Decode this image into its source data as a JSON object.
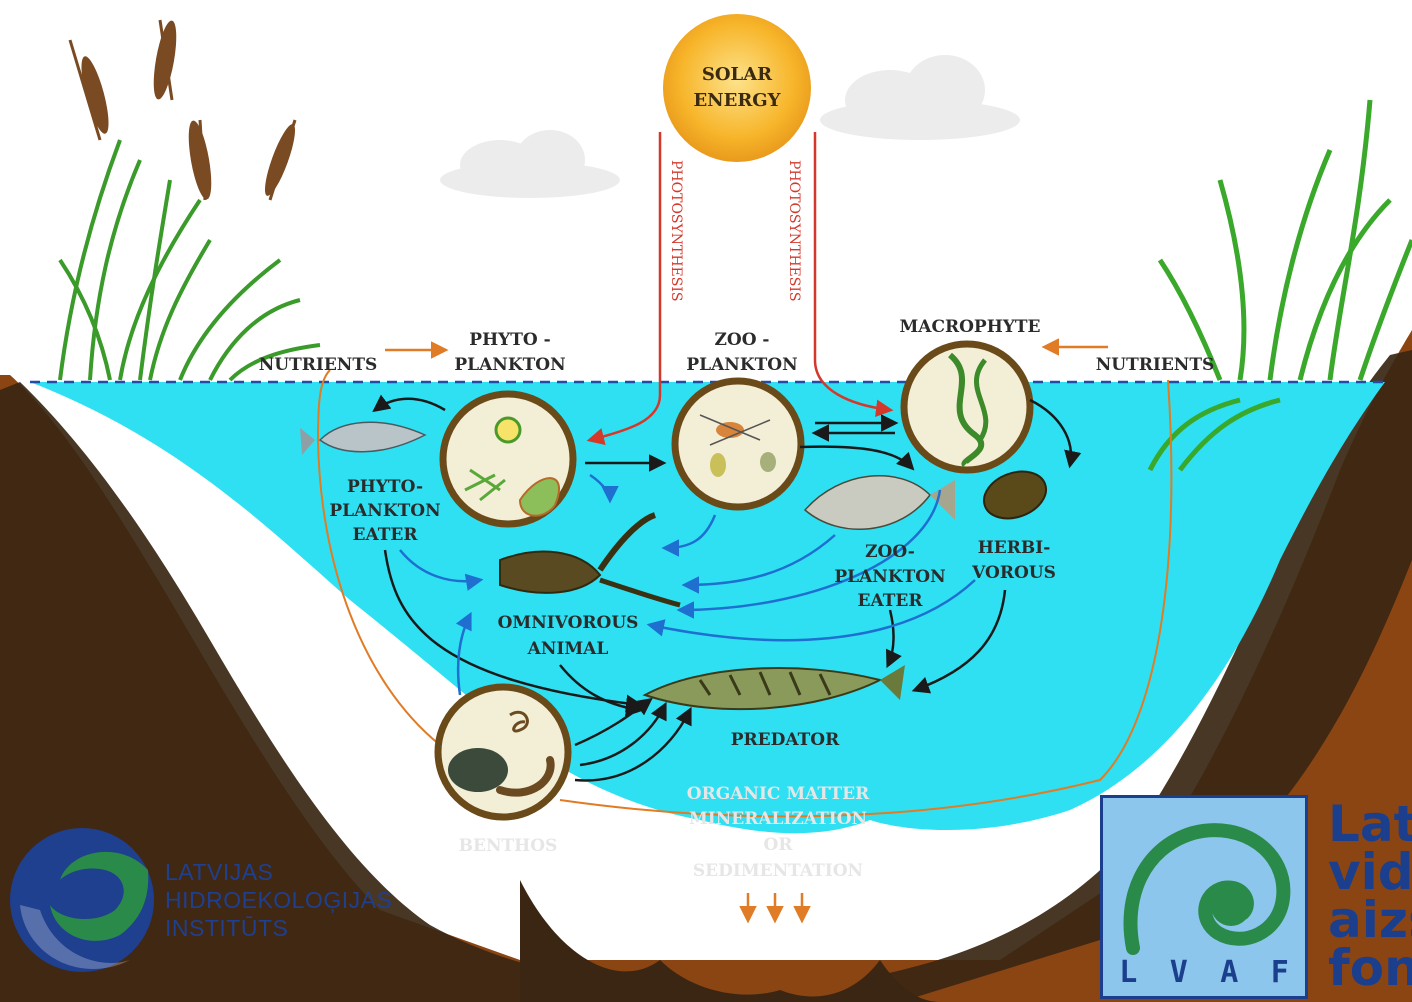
{
  "diagram": {
    "sun": {
      "line1": "SOLAR",
      "line2": "ENERGY"
    },
    "photosynthesis_left": "PHOTOSYNTHESIS",
    "photosynthesis_right": "PHOTOSYNTHESIS",
    "nutrients_left": "NUTRIENTS",
    "nutrients_right": "NUTRIENTS",
    "phytoplankton": {
      "line1": "PHYTO -",
      "line2": "PLANKTON"
    },
    "zooplankton": {
      "line1": "ZOO -",
      "line2": "PLANKTON"
    },
    "macrophyte": "MACROPHYTE",
    "phytoplankton_eater": {
      "line1": "PHYTO-",
      "line2": "PLANKTON",
      "line3": "EATER"
    },
    "zooplankton_eater": {
      "line1": "ZOO-",
      "line2": "PLANKTON",
      "line3": "EATER"
    },
    "herbivorous": {
      "line1": "HERBI-",
      "line2": "VOROUS"
    },
    "omnivorous": {
      "line1": "OMNIVOROUS",
      "line2": "ANIMAL"
    },
    "predator": "PREDATOR",
    "benthos": "BENTHOS",
    "organic": {
      "line1": "ORGANIC MATTER",
      "line2": "MINERALIZATION",
      "line3": "OR",
      "line4": "SEDIMENTATION"
    }
  },
  "logos": {
    "institute": {
      "line1": "LATVIJAS",
      "line2": "HIDROEKOLOĢIJAS",
      "line3": "INSTITŪTS"
    },
    "fund": {
      "letters": [
        "L",
        "V",
        "A",
        "F"
      ],
      "line1": "Latv",
      "line2": "vide",
      "line3": "aizs",
      "line4": "fond"
    }
  },
  "colors": {
    "water": "#2fe0f2",
    "soil_dark": "#3a2612",
    "soil_brown": "#8b4513",
    "sun": "#f7b52a",
    "arrow_black": "#1a1a1a",
    "arrow_blue": "#1e6fd0",
    "arrow_red": "#d4382b",
    "arrow_orange": "#e07b26",
    "logo_blue": "#1b3f8c",
    "logo_green": "#2a8a4a"
  }
}
